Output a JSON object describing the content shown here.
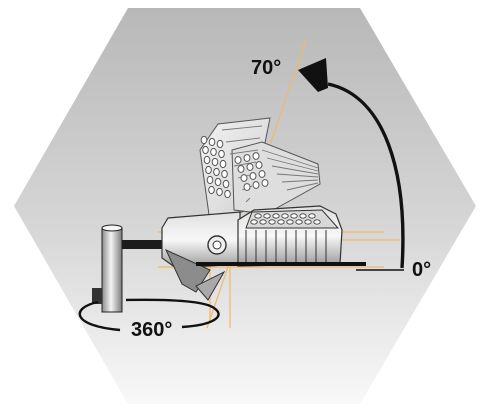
{
  "labels": {
    "tilt_max": "70°",
    "tilt_min": "0°",
    "rotation": "360°"
  },
  "colors": {
    "hex_light": "#f7f7f7",
    "hex_dark": "#b9b9b9",
    "guide_line": "#f2b86a",
    "arrow": "#111111",
    "body_dark": "#444444",
    "body_light": "#ececec"
  },
  "adjust": {
    "tilt_range_deg": [
      0,
      70
    ],
    "rotation_deg": 360
  }
}
